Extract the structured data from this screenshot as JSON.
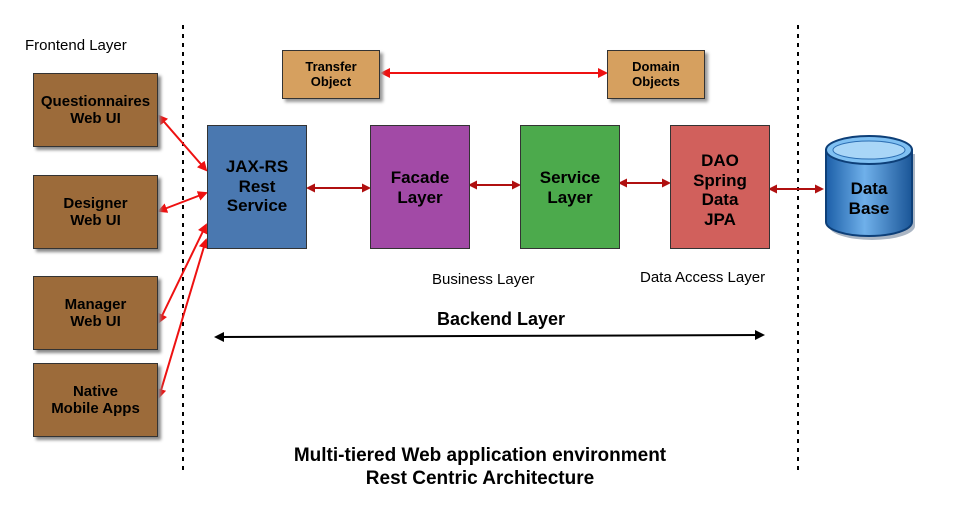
{
  "frontend": {
    "layer_label": "Frontend Layer",
    "clients": [
      {
        "label": "Questionnaires\nWeb UI"
      },
      {
        "label": "Designer\nWeb UI"
      },
      {
        "label": "Manager\nWeb UI"
      },
      {
        "label": "Native\nMobile Apps"
      }
    ]
  },
  "backend": {
    "transfer_object": "Transfer\nObject",
    "domain_objects": "Domain\nObjects",
    "jax_rs": "JAX-RS\nRest\nService",
    "facade": "Facade\nLayer",
    "service": "Service\nLayer",
    "dao": "DAO\nSpring\nData\nJPA",
    "business_layer_label": "Business Layer",
    "data_access_layer_label": "Data Access Layer",
    "backend_layer_label": "Backend Layer"
  },
  "database": {
    "label": "Data\nBase"
  },
  "caption": {
    "line1": "Multi-tiered Web application environment",
    "line2": "Rest Centric Architecture"
  },
  "colors": {
    "client_box": "#9c6b3a",
    "object_box": "#d6a05f",
    "jax_rs": "#4a78b0",
    "facade": "#a24aa6",
    "service": "#4caa4c",
    "dao": "#d1605c",
    "database": "#2f78c4",
    "red_arrow": "#ee1111",
    "dark_red_arrow": "#b01010"
  }
}
